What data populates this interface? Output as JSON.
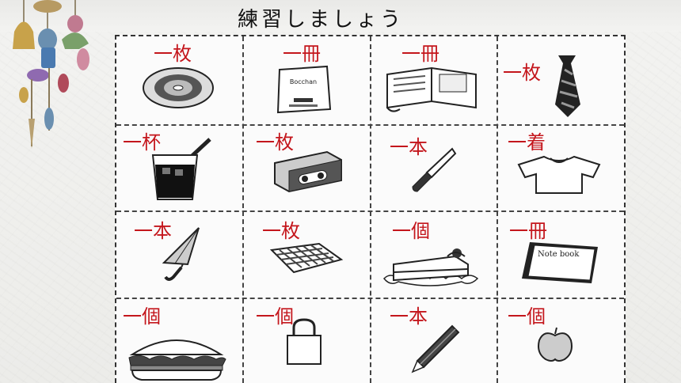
{
  "title": "練習しましょう",
  "cells": [
    {
      "label": "一枚",
      "icon": "cd-icon"
    },
    {
      "label": "一冊",
      "icon": "booklet-icon"
    },
    {
      "label": "一冊",
      "icon": "magazine-icon"
    },
    {
      "label": "一枚",
      "icon": "necktie-icon"
    },
    {
      "label": "一杯",
      "icon": "glass-icon"
    },
    {
      "label": "一枚",
      "icon": "videotape-icon"
    },
    {
      "label": "一本",
      "icon": "knife-icon"
    },
    {
      "label": "一着",
      "icon": "tshirt-icon"
    },
    {
      "label": "一本",
      "icon": "umbrella-icon"
    },
    {
      "label": "一枚",
      "icon": "handkerchief-icon"
    },
    {
      "label": "一個",
      "icon": "cake-icon"
    },
    {
      "label": "一冊",
      "icon": "notebook-icon"
    },
    {
      "label": "一個",
      "icon": "hamburger-icon"
    },
    {
      "label": "一個",
      "icon": "bag-icon"
    },
    {
      "label": "一本",
      "icon": "pencil-icon"
    },
    {
      "label": "一個",
      "icon": "apple-icon"
    }
  ],
  "booklet_text": "Bocchan",
  "notebook_text": "Note book",
  "colors": {
    "label": "#c4161c",
    "line": "#333333"
  }
}
